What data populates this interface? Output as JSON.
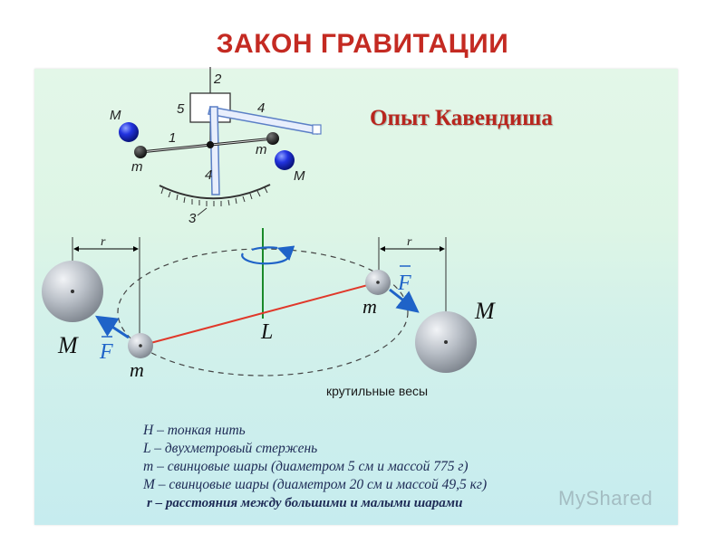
{
  "slide": {
    "title": "ЗАКОН ГРАВИТАЦИИ"
  },
  "apparatus": {
    "heading": "Опыт Кавендиша",
    "labels": {
      "n1": "1",
      "n2": "2",
      "n3": "3",
      "n4a": "4",
      "n4b": "4",
      "n5": "5",
      "big_left": "M",
      "big_right": "M",
      "small_left": "m",
      "small_right": "m"
    }
  },
  "torsion": {
    "r_left": "r",
    "r_right": "r",
    "big_left": "M",
    "big_right": "M",
    "small_left": "m",
    "small_right": "m",
    "force_left": "F",
    "force_right": "F",
    "length": "L",
    "caption": "крутильные весы"
  },
  "legend": {
    "lines": [
      "H – тонкая нить",
      "L – двухметровый стержень",
      "m – свинцовые шары (диаметром 5 см и массой 775 г)",
      "M – свинцовые шары (диаметром 20 см и массой 49,5 кг)",
      "r – расстояния между большими и малыми шарами"
    ]
  },
  "watermark": "MyShared",
  "colors": {
    "title": "#c42a22",
    "heading": "#b8261e",
    "blue_ball": "#1a2fd6",
    "rod_red": "#e0382a",
    "thread_green": "#1a8a2a",
    "arrow_blue": "#1f63c8",
    "frame_blue": "#5b7fc6"
  }
}
